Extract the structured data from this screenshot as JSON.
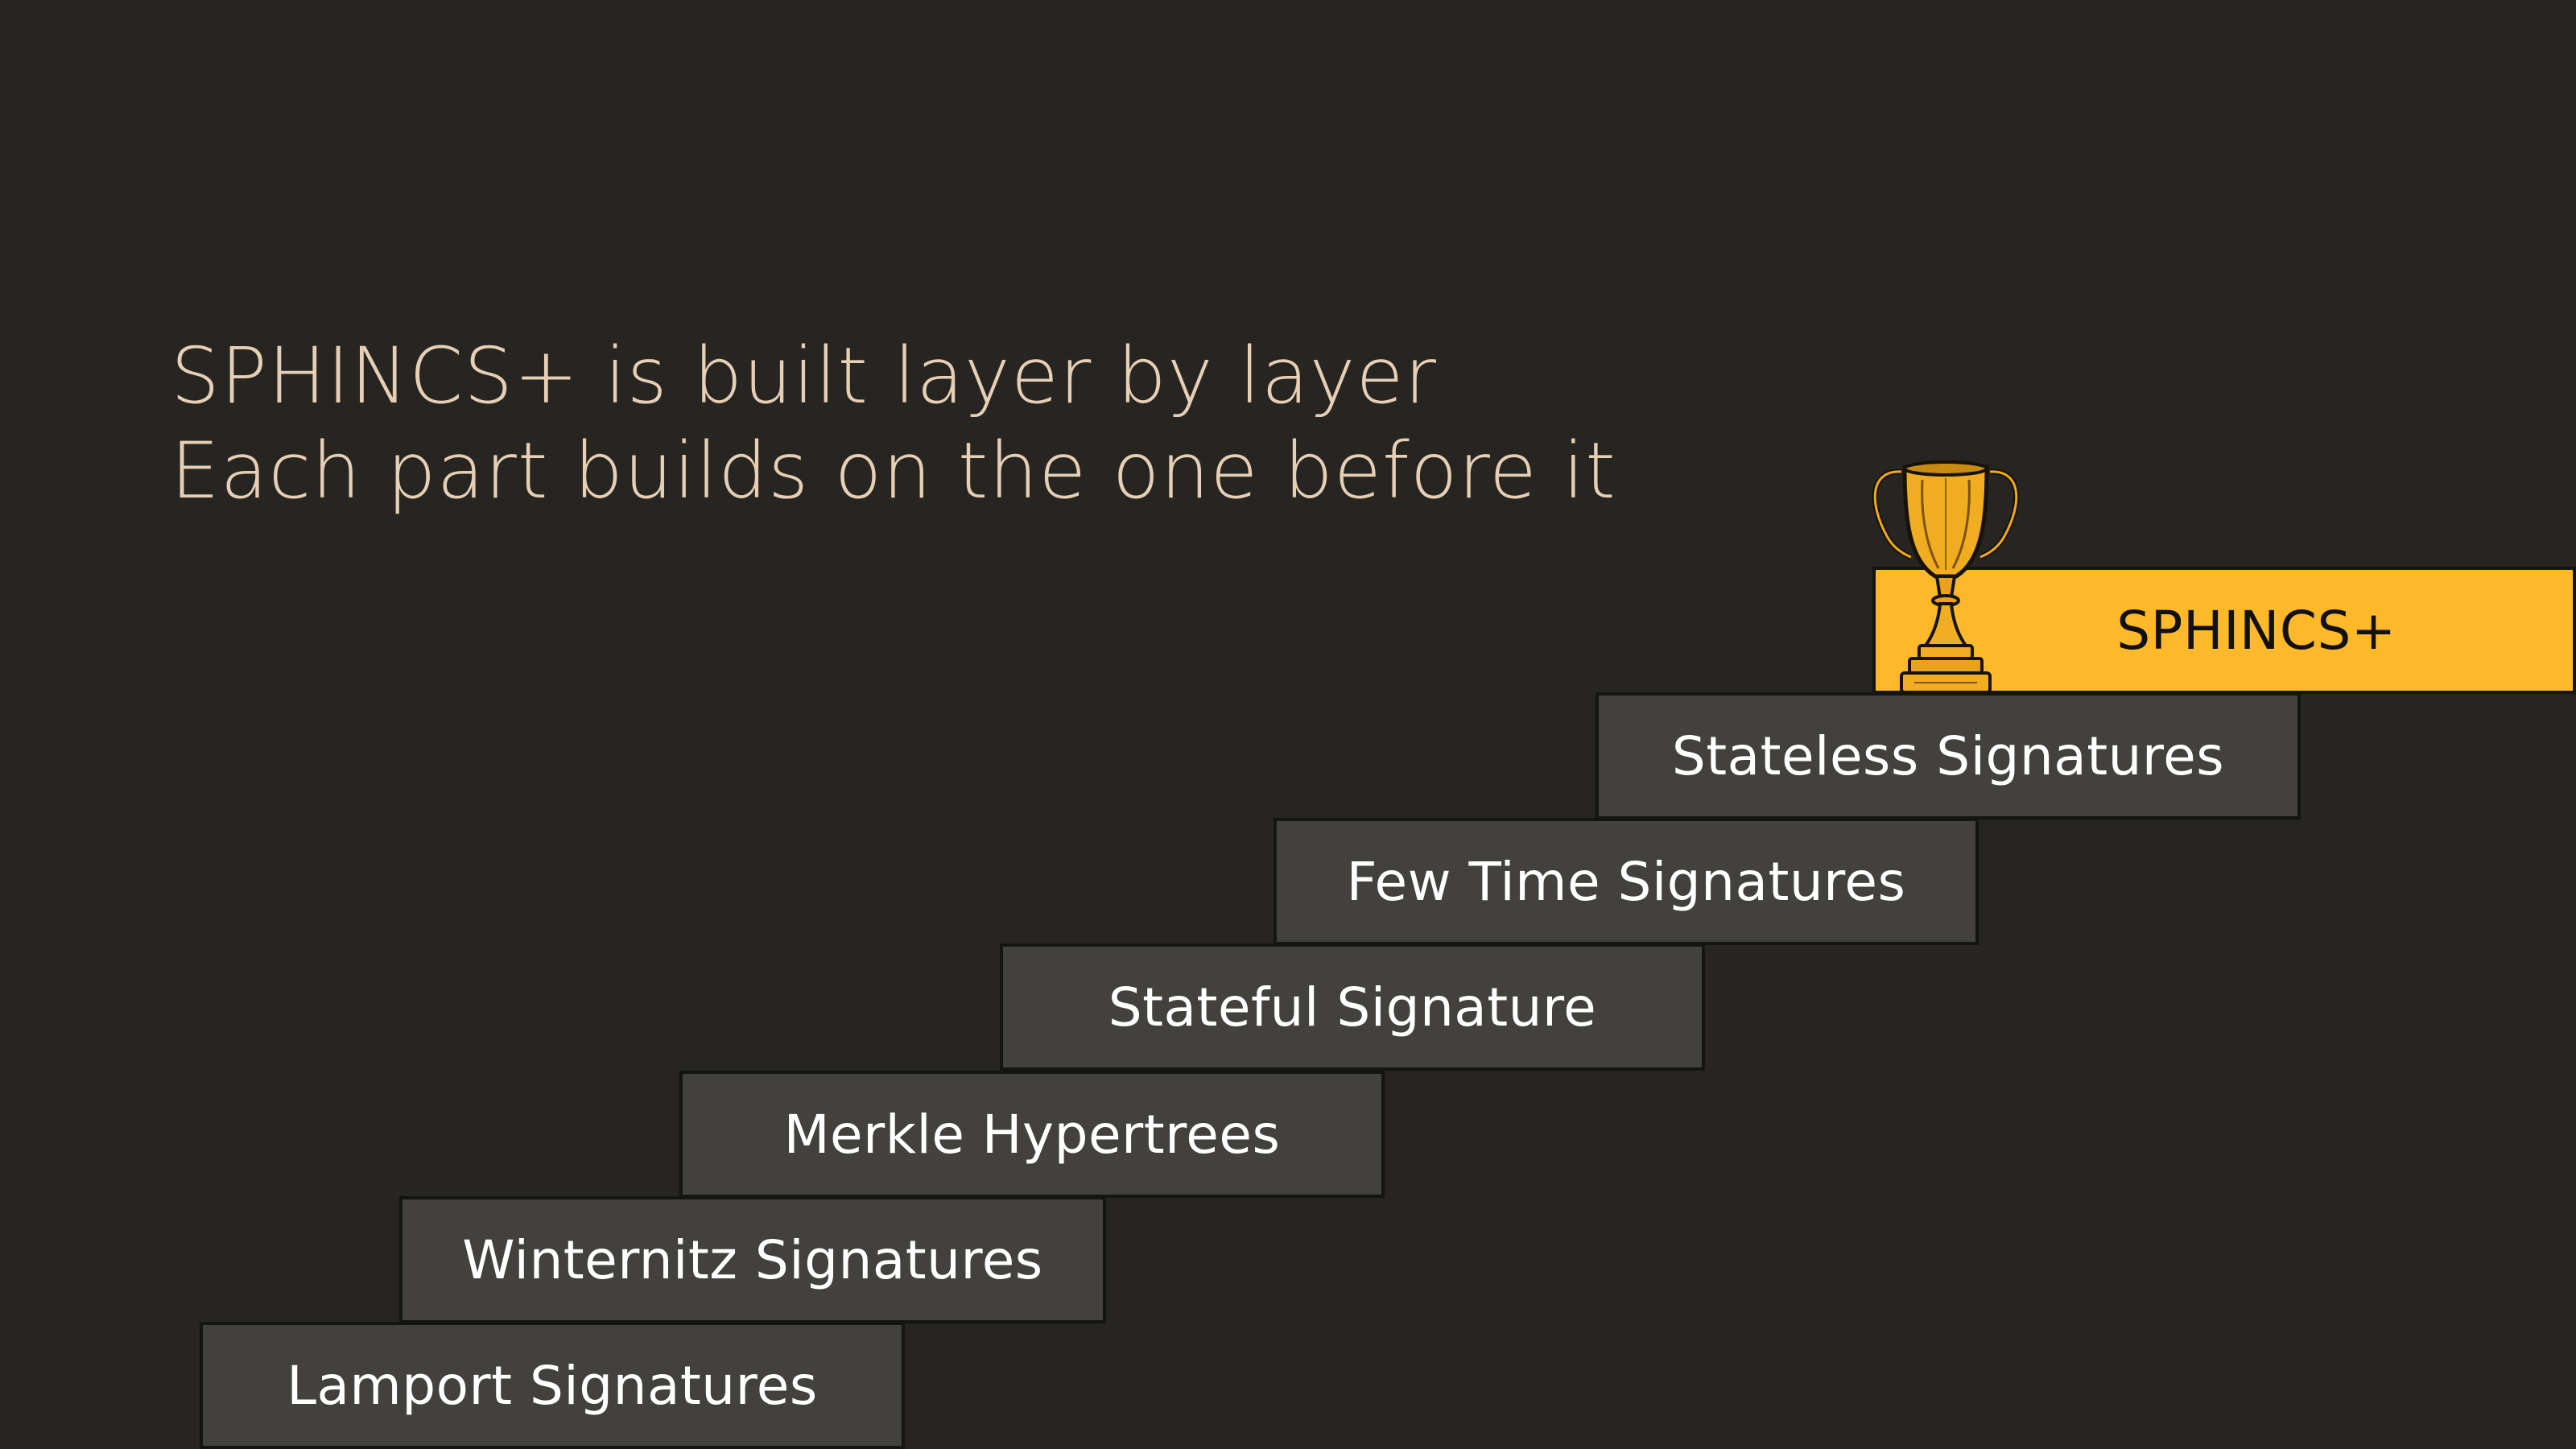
{
  "heading": {
    "line1": "SPHINCS+ is built layer by layer",
    "line2": "Each part builds on the one before it"
  },
  "steps": [
    {
      "label": "Lamport Signatures"
    },
    {
      "label": "Winternitz Signatures"
    },
    {
      "label": "Merkle Hypertrees"
    },
    {
      "label": "Stateful Signature"
    },
    {
      "label": "Few Time Signatures"
    },
    {
      "label": "Stateless Signatures"
    },
    {
      "label": "SPHINCS+"
    }
  ],
  "icons": {
    "trophy": "trophy-icon"
  },
  "colors": {
    "background": "#262522",
    "step": "#42413d",
    "accent": "#fdb92a",
    "heading_text": "#e6cfb4"
  }
}
